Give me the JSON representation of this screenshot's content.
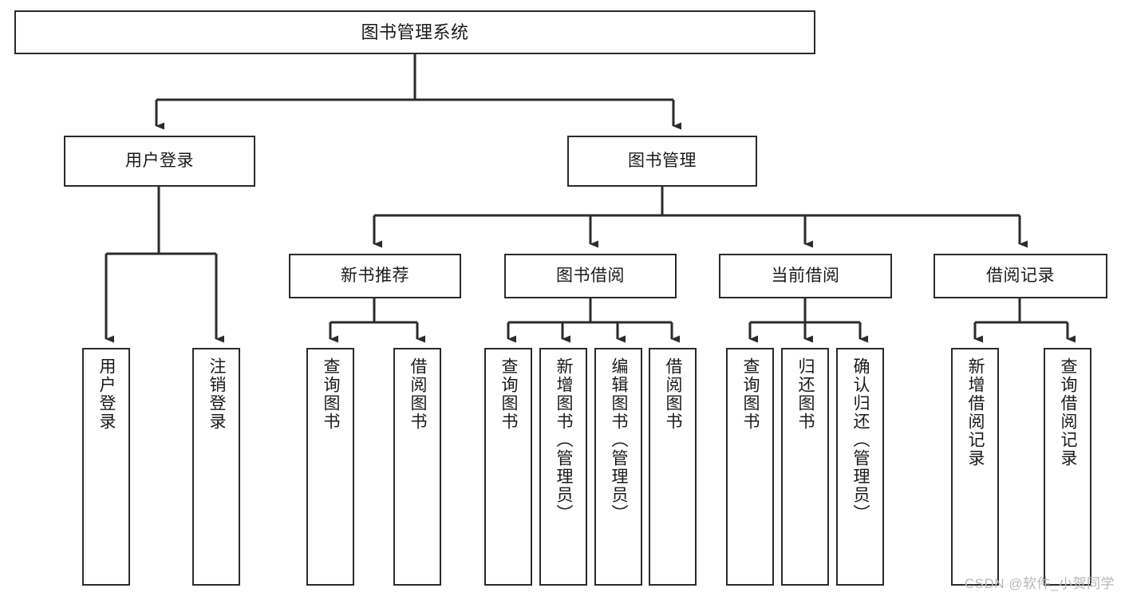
{
  "diagram": {
    "type": "tree",
    "title": "图书管理系统",
    "root": {
      "label": "图书管理系统"
    },
    "level2": [
      {
        "id": "user-login",
        "label": "用户登录"
      },
      {
        "id": "book-manage",
        "label": "图书管理"
      }
    ],
    "level3": [
      {
        "id": "new-book-recommend",
        "label": "新书推荐",
        "parent": "book-manage"
      },
      {
        "id": "book-borrow",
        "label": "图书借阅",
        "parent": "book-manage"
      },
      {
        "id": "current-borrow",
        "label": "当前借阅",
        "parent": "book-manage"
      },
      {
        "id": "borrow-record",
        "label": "借阅记录",
        "parent": "book-manage"
      }
    ],
    "leaves": [
      {
        "id": "leaf-user-login",
        "label": "用户登录",
        "parent": "user-login"
      },
      {
        "id": "leaf-logout-login",
        "label": "注销登录",
        "parent": "user-login"
      },
      {
        "id": "leaf-query-book-1",
        "label": "查询图书",
        "parent": "new-book-recommend"
      },
      {
        "id": "leaf-borrow-book-1",
        "label": "借阅图书",
        "parent": "new-book-recommend"
      },
      {
        "id": "leaf-query-book-2",
        "label": "查询图书",
        "parent": "book-borrow"
      },
      {
        "id": "leaf-add-book",
        "label": "新增图书（管理员）",
        "parent": "book-borrow"
      },
      {
        "id": "leaf-edit-book",
        "label": "编辑图书（管理员）",
        "parent": "book-borrow"
      },
      {
        "id": "leaf-borrow-book-2",
        "label": "借阅图书",
        "parent": "book-borrow"
      },
      {
        "id": "leaf-query-book-3",
        "label": "查询图书",
        "parent": "current-borrow"
      },
      {
        "id": "leaf-return-book",
        "label": "归还图书",
        "parent": "current-borrow"
      },
      {
        "id": "leaf-confirm-return",
        "label": "确认归还（管理员）",
        "parent": "current-borrow"
      },
      {
        "id": "leaf-add-borrow-record",
        "label": "新增借阅记录",
        "parent": "borrow-record"
      },
      {
        "id": "leaf-query-borrow-record",
        "label": "查询借阅记录",
        "parent": "borrow-record"
      }
    ],
    "colors": {
      "box_border": "#2b2b2b",
      "box_fill": "#ffffff",
      "edge": "#2b2b2b",
      "text": "#1a1a1a",
      "watermark": "#b8b8b8"
    }
  },
  "watermark": {
    "text": "CSDN @软件_小贺同学"
  }
}
